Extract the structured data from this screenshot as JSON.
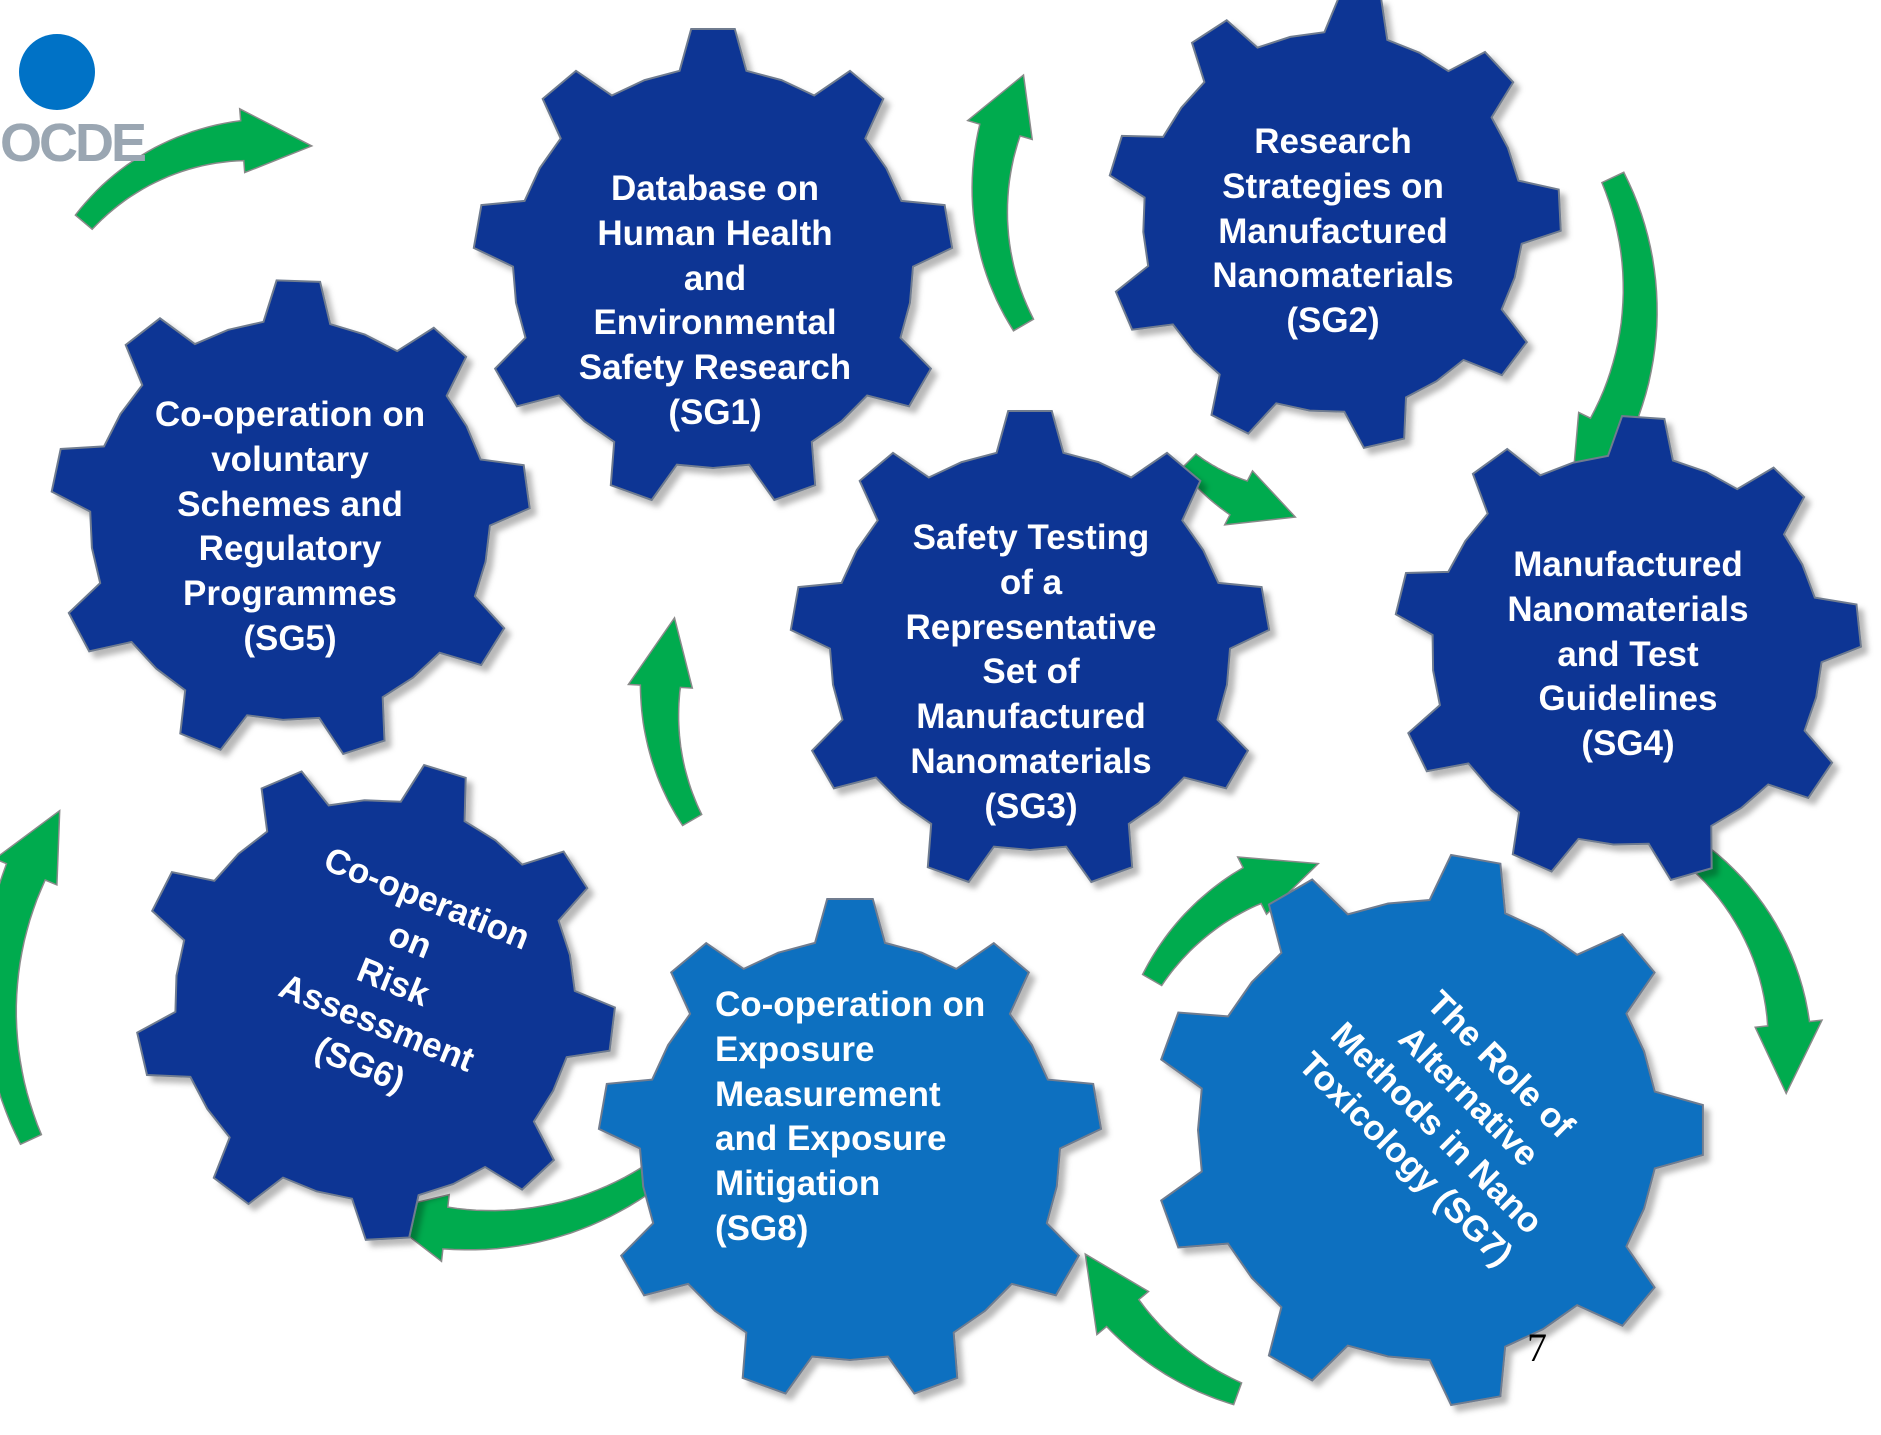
{
  "logo": {
    "text": "OCDE",
    "circle_color": "#0072c6",
    "text_color": "#9aa6b2"
  },
  "colors": {
    "gear_dark": "#0a3494",
    "gear_light": "#0b6fc0",
    "arrow": "#00ab4e",
    "arrow_stroke": "#8a8a8a"
  },
  "gears": [
    {
      "id": "sg1",
      "lines": [
        "Database on",
        "Human Health",
        "and",
        "Environmental",
        "Safety Research",
        "(SG1)"
      ]
    },
    {
      "id": "sg2",
      "lines": [
        "Research",
        "Strategies on",
        "Manufactured",
        "Nanomaterials",
        "(SG2)"
      ]
    },
    {
      "id": "sg3",
      "lines": [
        "Safety Testing",
        "of a",
        "Representative",
        "Set of",
        "Manufactured",
        "Nanomaterials",
        "(SG3)"
      ]
    },
    {
      "id": "sg4",
      "lines": [
        "Manufactured",
        "Nanomaterials",
        "and Test",
        "Guidelines",
        "(SG4)"
      ]
    },
    {
      "id": "sg5",
      "lines": [
        "Co-operation on",
        "voluntary",
        "Schemes and",
        "Regulatory",
        "Programmes",
        "(SG5)"
      ]
    },
    {
      "id": "sg6",
      "lines": [
        "Co-operation",
        "on",
        "Risk",
        "Assessment",
        "(SG6)"
      ]
    },
    {
      "id": "sg7",
      "lines": [
        "The Role of",
        "Alternative",
        "Methods in Nano",
        "Toxicology (SG7)"
      ]
    },
    {
      "id": "sg8",
      "lines": [
        "Co-operation on",
        "Exposure",
        "Measurement",
        "and Exposure",
        "Mitigation",
        "(SG8)"
      ]
    }
  ],
  "page_number": "7"
}
